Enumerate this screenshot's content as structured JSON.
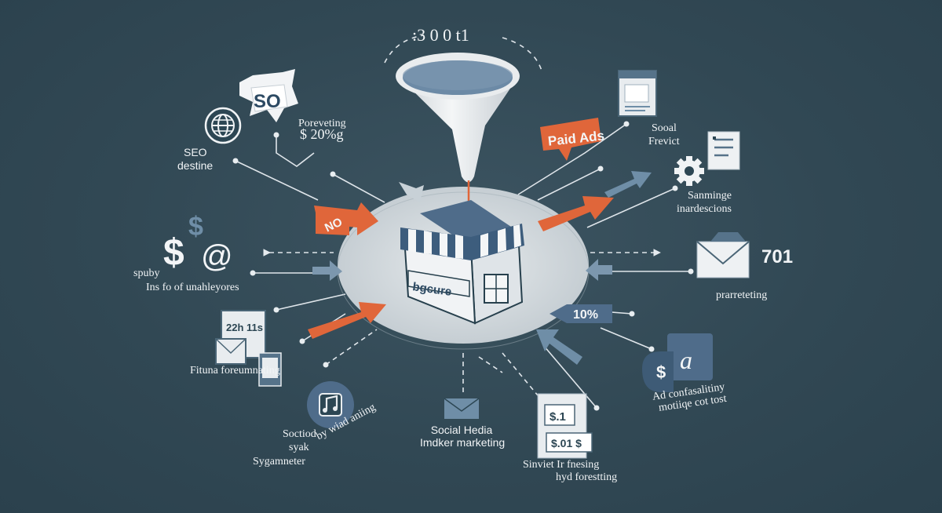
{
  "funnel": {
    "top_text": ":3 0  0  t1"
  },
  "store": {
    "sign_text": "bgcure"
  },
  "badges": {
    "seo_badge": "SO",
    "paid_ads": "Paid Ads",
    "no_tag": "NO",
    "ten_percent": "10%",
    "seven01": "701",
    "receipt_top": "$.1",
    "receipt_bottom": "$.01 $"
  },
  "labels": {
    "forecasting": "Poreveting",
    "forecasting_value": "$ 20%g",
    "seo_title": "SEO",
    "seo_sub": "destine",
    "social_a": "Sooal",
    "social_b": "Frevict",
    "summing_a": "Sanminge",
    "summing_b": "inardescions",
    "spuby": "spuby",
    "influence": "Ins fo of unahleyores",
    "prarreteting": "prarreteting",
    "email_forecasting": "Fituna foreumnating",
    "soctiod_a": "Soctiod",
    "soctiod_b": "syak",
    "soctiod_c": "Sygamneter",
    "mad_making": "by wiad aniing",
    "social_media_a": "Social Hedia",
    "social_media_b": "Imdker marketing",
    "sinviet_a": "Sinviet Ir fnesing",
    "sinviet_b": "hyd forestting",
    "ad_conf_a": "Ad confasalitiny",
    "ad_conf_b": "motiiqe cot tost"
  },
  "colors": {
    "background": "#314854",
    "arrow_orange": "#e0663a",
    "arrow_blue": "#6f8ea7",
    "icon_blue": "#5c7f9e",
    "paper": "#e8ecef",
    "platform": "#d7dde1",
    "dark_panel": "#2c4653"
  },
  "icons": [
    "funnel-icon",
    "storefront-icon",
    "globe-icon",
    "dollar-at-icon",
    "calendar-devices-icon",
    "music-note-icon",
    "envelope-icon",
    "receipt-icon",
    "dollar-card-icon",
    "mail-icon",
    "gear-icon",
    "document-icon",
    "browser-window-icon",
    "speech-bubble-icon"
  ]
}
